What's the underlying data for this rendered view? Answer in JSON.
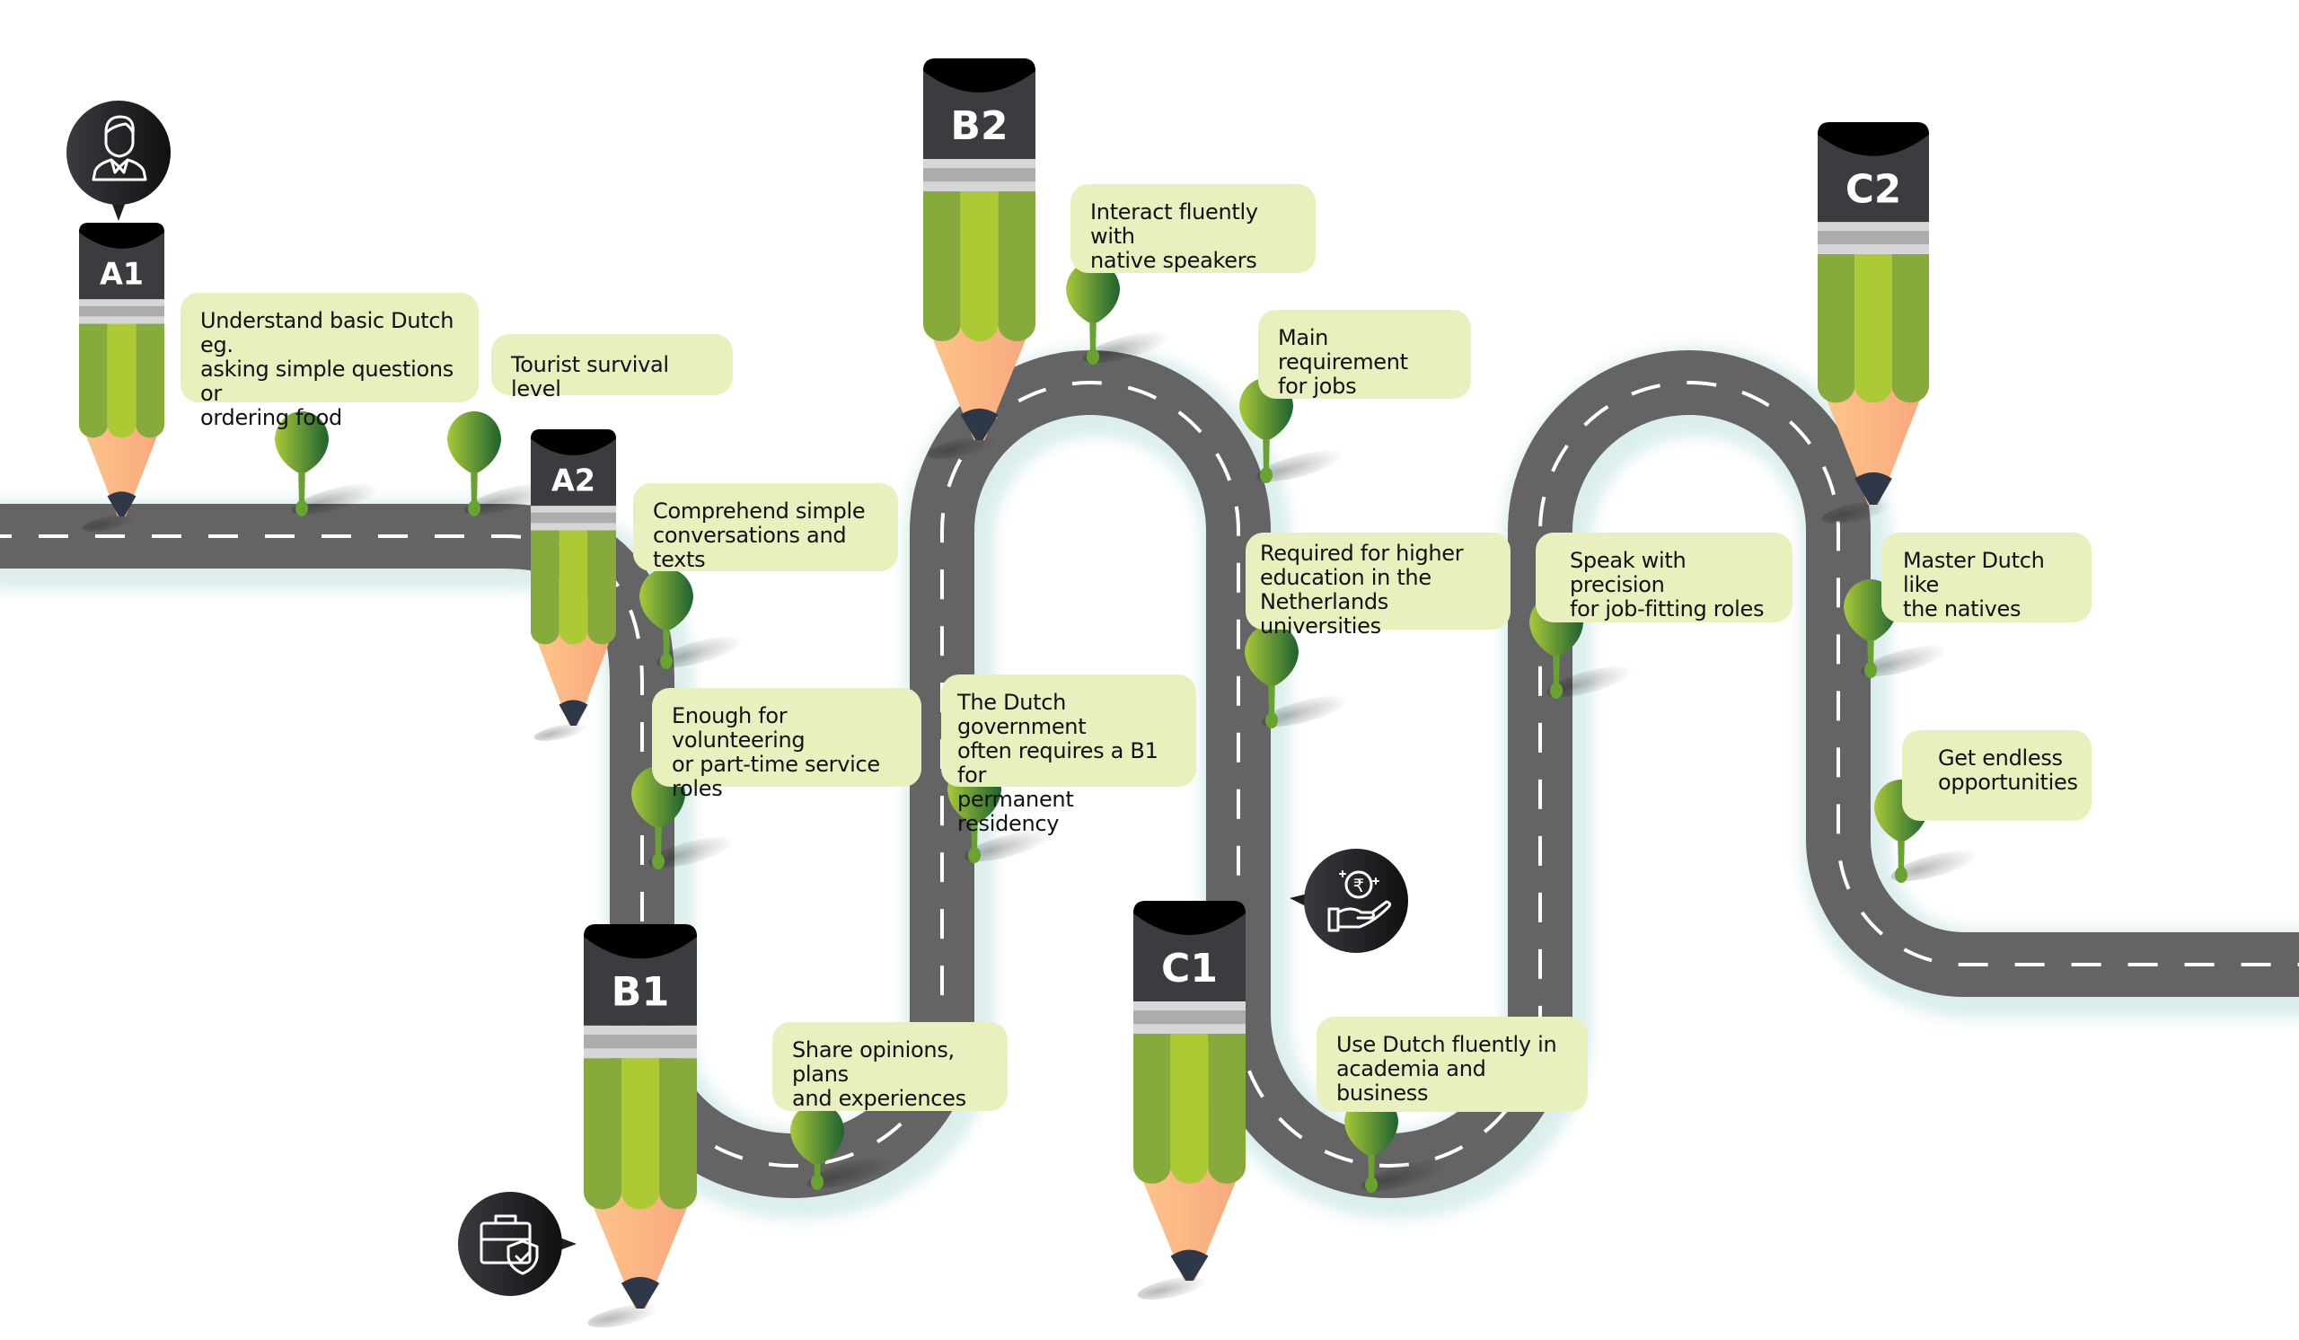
{
  "title": "Dutch language proficiency roadmap",
  "colors": {
    "road": "#646464",
    "road_shadow": "#d8ecec",
    "box_bg": "#e8f0be",
    "pencil_cap": "#3a3c40",
    "pencil_green_dark": "#86ab3c",
    "pencil_green_light": "#acca33",
    "pencil_ferrule_light": "#d6d6d6",
    "pencil_ferrule_dark": "#acacac",
    "pencil_wood_start": "#fec58a",
    "pencil_wood_end": "#f8a77e",
    "pencil_lead": "#2f3848",
    "pin_light": "#a7c93a",
    "pin_dark": "#1f6130",
    "icon_bubble": "#1d1e20"
  },
  "levels": [
    {
      "id": "a1",
      "label": "A1"
    },
    {
      "id": "a2",
      "label": "A2"
    },
    {
      "id": "b1",
      "label": "B1"
    },
    {
      "id": "b2",
      "label": "B2"
    },
    {
      "id": "c1",
      "label": "C1"
    },
    {
      "id": "c2",
      "label": "C2"
    }
  ],
  "milestones": [
    {
      "level": "A1",
      "lines": [
        "Understand basic Dutch eg.",
        "asking simple questions or",
        "ordering food"
      ]
    },
    {
      "level": "A1",
      "lines": [
        "Tourist survival level"
      ]
    },
    {
      "level": "A2",
      "lines": [
        "Comprehend simple",
        "conversations and texts"
      ]
    },
    {
      "level": "A2",
      "lines": [
        "Enough for volunteering",
        "or part-time service",
        "roles"
      ]
    },
    {
      "level": "B1",
      "lines": [
        "Share opinions, plans",
        "and experiences"
      ]
    },
    {
      "level": "B1",
      "lines": [
        "The Dutch government",
        "often requires a B1 for",
        "permanent residency"
      ]
    },
    {
      "level": "B2",
      "lines": [
        "Interact fluently with",
        "native speakers"
      ]
    },
    {
      "level": "B2",
      "lines": [
        "Main requirement",
        "for jobs"
      ]
    },
    {
      "level": "B2",
      "lines": [
        "Required for higher",
        "education in the",
        "Netherlands universities"
      ]
    },
    {
      "level": "C1",
      "lines": [
        "Use Dutch fluently in",
        "academia and business"
      ]
    },
    {
      "level": "C1",
      "lines": [
        "Speak with precision",
        "for job-fitting roles"
      ]
    },
    {
      "level": "C2",
      "lines": [
        "Master Dutch like",
        "the natives"
      ]
    },
    {
      "level": "C2",
      "lines": [
        "Get endless",
        "opportunities"
      ]
    }
  ],
  "icons": [
    {
      "name": "person-icon",
      "symbol": "user"
    },
    {
      "name": "briefcase-shield-icon",
      "symbol": "job-security"
    },
    {
      "name": "rupee-hand-icon",
      "symbol": "₹"
    }
  ]
}
